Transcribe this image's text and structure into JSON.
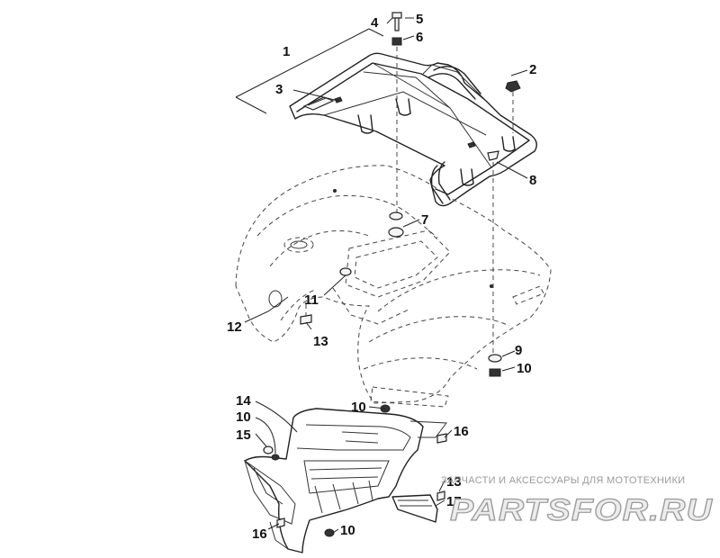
{
  "callouts": {
    "c1": "1",
    "c2": "2",
    "c3": "3",
    "c4": "4",
    "c5": "5",
    "c6": "6",
    "c7": "7",
    "c8": "8",
    "c9": "9",
    "c10a": "10",
    "c11": "11",
    "c12": "12",
    "c13a": "13",
    "c10b": "10",
    "c14": "14",
    "c10c": "10",
    "c15": "15",
    "c16a": "16",
    "c13b": "13",
    "c17": "17",
    "c16b": "16",
    "c10d": "10"
  },
  "watermark": {
    "tagline": "ЗАПЧАСТИ И АКСЕССУАРЫ ДЛЯ МОТОТЕХНИКИ",
    "logo": "PARTSFOR.RU"
  }
}
